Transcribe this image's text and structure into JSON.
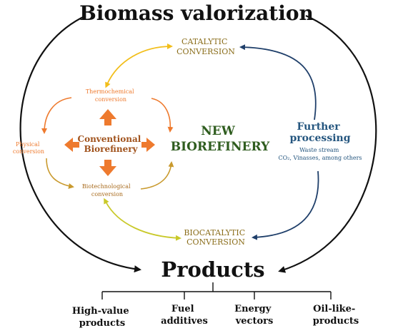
{
  "title": "Biomass valorization",
  "catalytic": [
    "CATALYTIC",
    "CONVERSION"
  ],
  "biocatalytic": [
    "BIOCATALYTIC",
    "CONVERSION"
  ],
  "thermochemical": [
    "Thermochemical",
    "conversion"
  ],
  "physical": [
    "Physical",
    "conversion"
  ],
  "biotechnological": [
    "Biotechnological",
    "conversion"
  ],
  "conventional": [
    "Conventional",
    "Biorefinery"
  ],
  "new_biorefinery": [
    "NEW",
    "BIOREFINERY"
  ],
  "further": {
    "heading": [
      "Further",
      "processing"
    ],
    "details": [
      "Waste stream",
      "CO₂, Vinasses, among others"
    ]
  },
  "products_label": "Products",
  "products": [
    [
      "High-value",
      "products"
    ],
    [
      "Fuel",
      "additives"
    ],
    [
      "Energy",
      "vectors"
    ],
    [
      "Oil-like-",
      "products"
    ]
  ],
  "colors": {
    "black": "#111111",
    "orange": "#ee7a2e",
    "brown": "#a0521c",
    "olive": "#8a6d1a",
    "green": "#2f5d1f",
    "navy": "#1f3f6a",
    "blue": "#25567f",
    "yellow": "#f2be1a",
    "lime": "#cfd82a",
    "ochre": "#c99a2e"
  }
}
